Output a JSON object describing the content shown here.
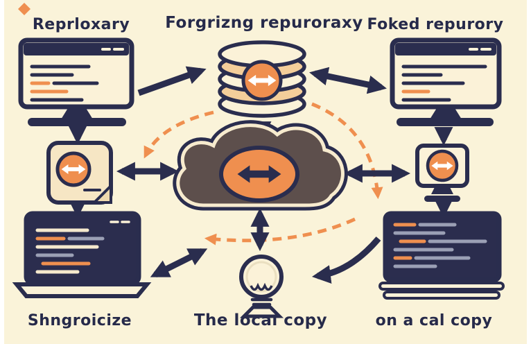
{
  "palette": {
    "background": "#FAF3D9",
    "ink": "#2A2D4E",
    "accent_orange": "#EF8F4F",
    "cream": "#FBF2D8",
    "cloud_fill": "#5D4F4C",
    "screen_dark": "#2B2D4E",
    "band": "#F4CE9A",
    "muted_line": "#9BA0B5"
  },
  "labels": {
    "top_left": "Reprloxary",
    "top_center": "Forgrizng repuroraxy",
    "top_right": "Foked repurory",
    "bottom_left": "Shngroicize",
    "bottom_center": "The local copy",
    "bottom_right": "on a cal copy"
  },
  "icons": {
    "top_left": "desktop-monitor-code-icon",
    "top_center": "database-stack-sync-icon",
    "top_right": "desktop-monitor-code-icon",
    "mid_left": "document-sync-icon",
    "mid_center": "cloud-sync-icon",
    "mid_right": "screen-sync-icon",
    "bottom_left": "laptop-code-icon",
    "bottom_center": "lightbulb-icon",
    "bottom_right": "monitor-dark-code-icon"
  }
}
